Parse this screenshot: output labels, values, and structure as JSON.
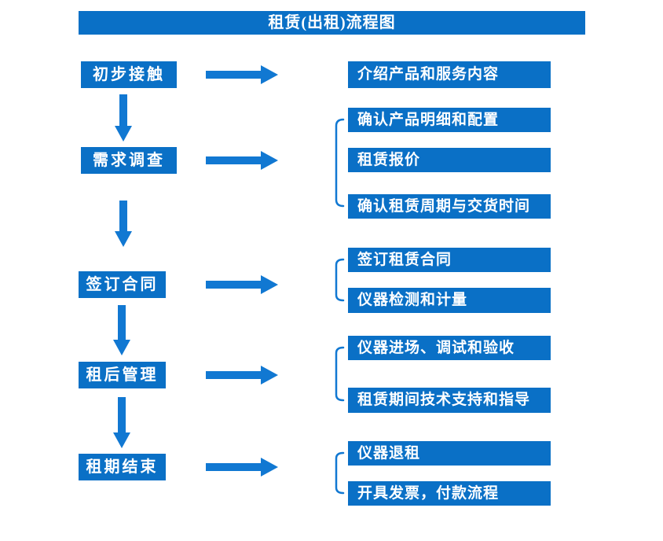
{
  "title": "租赁(出租)流程图",
  "colors": {
    "box_blue": "#0a70c6",
    "arrow_blue": "#1178d2",
    "text": "#ffffff"
  },
  "steps": [
    {
      "label": "初步接触",
      "outputs": [
        "介绍产品和服务内容"
      ]
    },
    {
      "label": "需求调查",
      "outputs": [
        "确认产品明细和配置",
        "租赁报价",
        "确认租赁周期与交货时间"
      ]
    },
    {
      "label": "签订合同",
      "outputs": [
        "签订租赁合同",
        "仪器检测和计量"
      ]
    },
    {
      "label": "租后管理",
      "outputs": [
        "仪器进场、调试和验收",
        "租赁期间技术支持和指导"
      ]
    },
    {
      "label": "租期结束",
      "outputs": [
        "仪器退租",
        "开具发票，付款流程"
      ]
    }
  ]
}
